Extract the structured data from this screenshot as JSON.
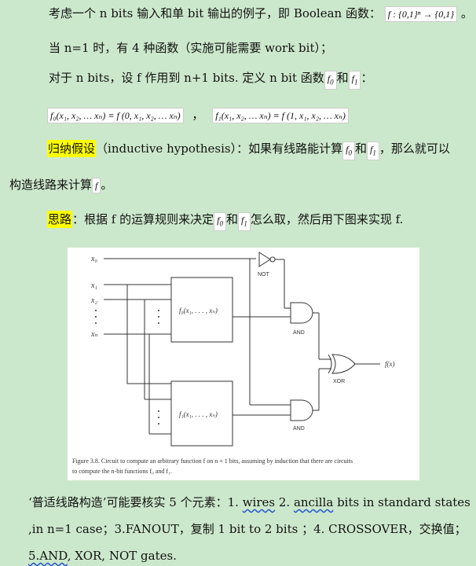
{
  "line1": {
    "text": "考虑一个 n bits 输入和单 bit 输出的例子，即 Boolean 函数：",
    "formula": "f : {0,1}ⁿ → {0,1}",
    "end": "。"
  },
  "line2": {
    "text": "当 n=1 时，有 4 种函数（实施可能需要 work bit）；"
  },
  "line3": {
    "text": "对于 n bits，设 f 作用到 n+1 bits.   定义  n bit  函数",
    "f0": "f",
    "sub0": "0",
    "and": "和",
    "f1": "f",
    "sub1": "1",
    "end": "："
  },
  "line4": {
    "eq0": "f₀(x₁, x₂, … xₙ) ≡ f (0, x₁, x₂, … xₙ)",
    "sep": "，",
    "eq1": "f₁(x₁, x₂, … xₙ) ≡ f (1, x₁, x₂, … xₙ)"
  },
  "line5": {
    "hl": "归纳假设",
    "text": "（inductive hypothesis）：如果有线路能计算",
    "f0": "f",
    "sub0": "0",
    "and": "和",
    "f1": "f",
    "sub1": "1",
    "end": "，那么就可以"
  },
  "line6": {
    "text": "构造线路来计算",
    "f": "f",
    "end": "。"
  },
  "line7": {
    "hl": "思路",
    "text": "：根据 f 的运算规则来决定",
    "f0": "f",
    "sub0": "0",
    "and": "和",
    "f1": "f",
    "sub1": "1",
    "end": "怎么取，然后用下图来实现 f."
  },
  "figure": {
    "labels": {
      "x0": "x₀",
      "x1": "x₁",
      "x2": "x₂",
      "xn": "xₙ",
      "box0": "f₀(x₁, . . . , xₙ)",
      "box1": "f₁(x₁, . . . , xₙ)",
      "not": "NOT",
      "and_top": "AND",
      "and_bottom": "AND",
      "xor": "XOR",
      "out": "f(x)"
    },
    "caption_line1": "Figure 3.8. Circuit to compute an arbitrary function f on n + 1 bits, assuming by induction that there are circuits",
    "caption_line2": "to compute the n-bit functions f₀ and f₁."
  },
  "line8": {
    "pre": "‘普适线路构造’可能要核实 5 个元素：1. ",
    "w1": "wires",
    "mid": " 2. ",
    "w2": "ancilla",
    "post": " bits in standard states"
  },
  "line9": {
    "text": ",in n=1 case；3.FANOUT，复制 1 bit to 2 bits   ；4. CROSSOVER，交换值；"
  },
  "line10": {
    "w": "5.AND",
    "text": ", XOR, NOT gates."
  }
}
